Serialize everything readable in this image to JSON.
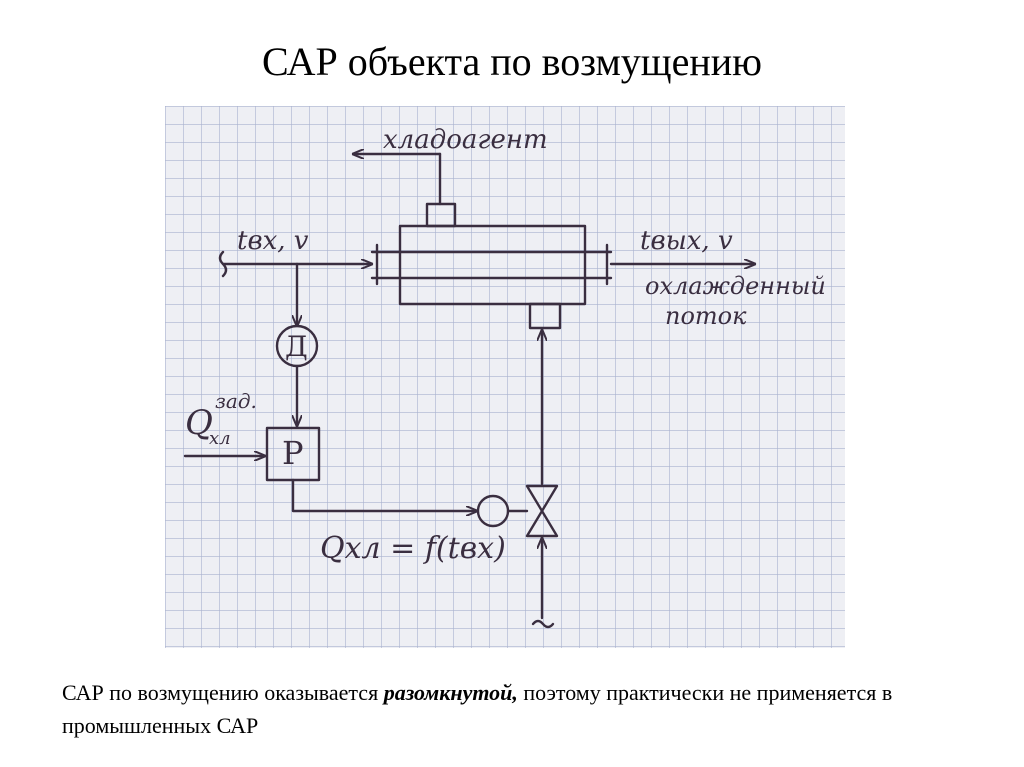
{
  "slide": {
    "title": "САР объекта по возмущению",
    "caption_before": "САР по возмущению оказывается ",
    "caption_emph": "разомкнутой,",
    "caption_after": " поэтому практически  не применяется в промышленных САР"
  },
  "sketch": {
    "refrigerant_label": "хладоагент",
    "inlet_label": "tвх, v",
    "outlet_label": "tвых, v",
    "cooled_flow_label_line1": "охлажденный",
    "cooled_flow_label_line2": "поток",
    "sensor_letter": "Д",
    "regulator_letter": "Р",
    "setpoint_symbol": "Q",
    "setpoint_subscript": "хл",
    "setpoint_superscript": "зад.",
    "control_law": "Qхл = f(tвх)"
  },
  "colors": {
    "ink": "#3a2e40",
    "grid_line": "#a9b2cf",
    "paper": "#eeeff4"
  }
}
